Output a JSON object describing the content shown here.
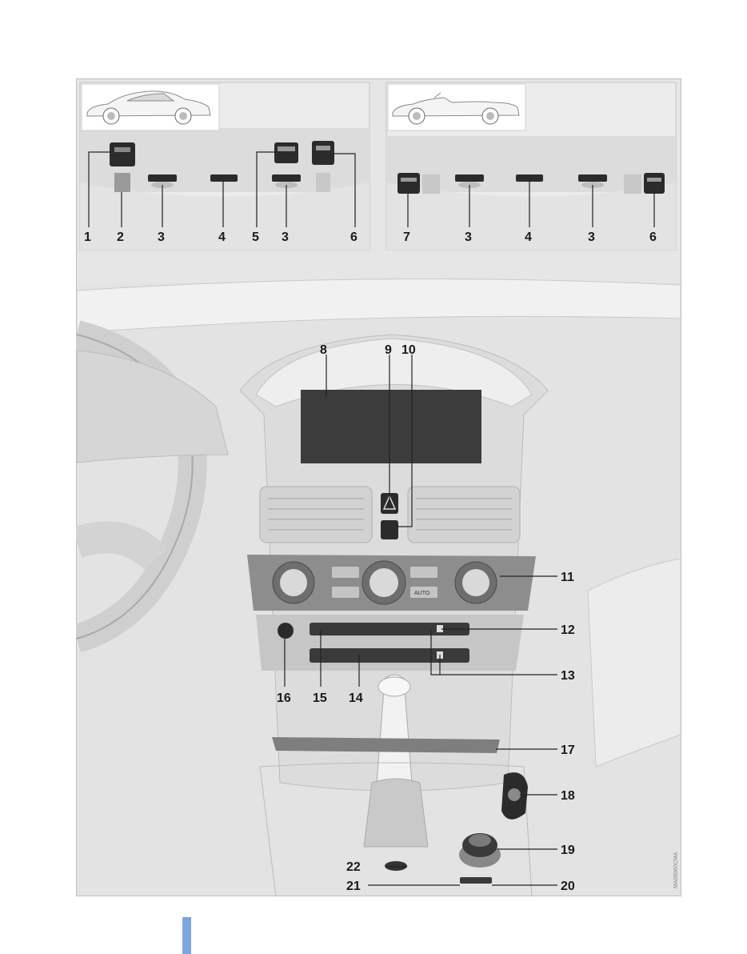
{
  "figure": {
    "panel_left": {
      "callouts": [
        "1",
        "2",
        "3",
        "4",
        "5",
        "3",
        "6"
      ]
    },
    "panel_right": {
      "callouts": [
        "7",
        "3",
        "4",
        "3",
        "6"
      ]
    },
    "dashboard_callouts": {
      "c8": "8",
      "c9": "9",
      "c10": "10",
      "c11": "11",
      "c12": "12",
      "c13": "13",
      "c14": "14",
      "c15": "15",
      "c16": "16",
      "c17": "17",
      "c18": "18",
      "c19": "19",
      "c20": "20",
      "c21": "21",
      "c22": "22"
    },
    "image_code": "MA06060CMA",
    "button_marks": {
      "auto": "AUTO"
    }
  },
  "colors": {
    "panel_bg": "#e9e9e9",
    "panel_dark": "#cfcfcf",
    "button_dark": "#2b2b2b",
    "side_tab": "#7ea6df"
  }
}
